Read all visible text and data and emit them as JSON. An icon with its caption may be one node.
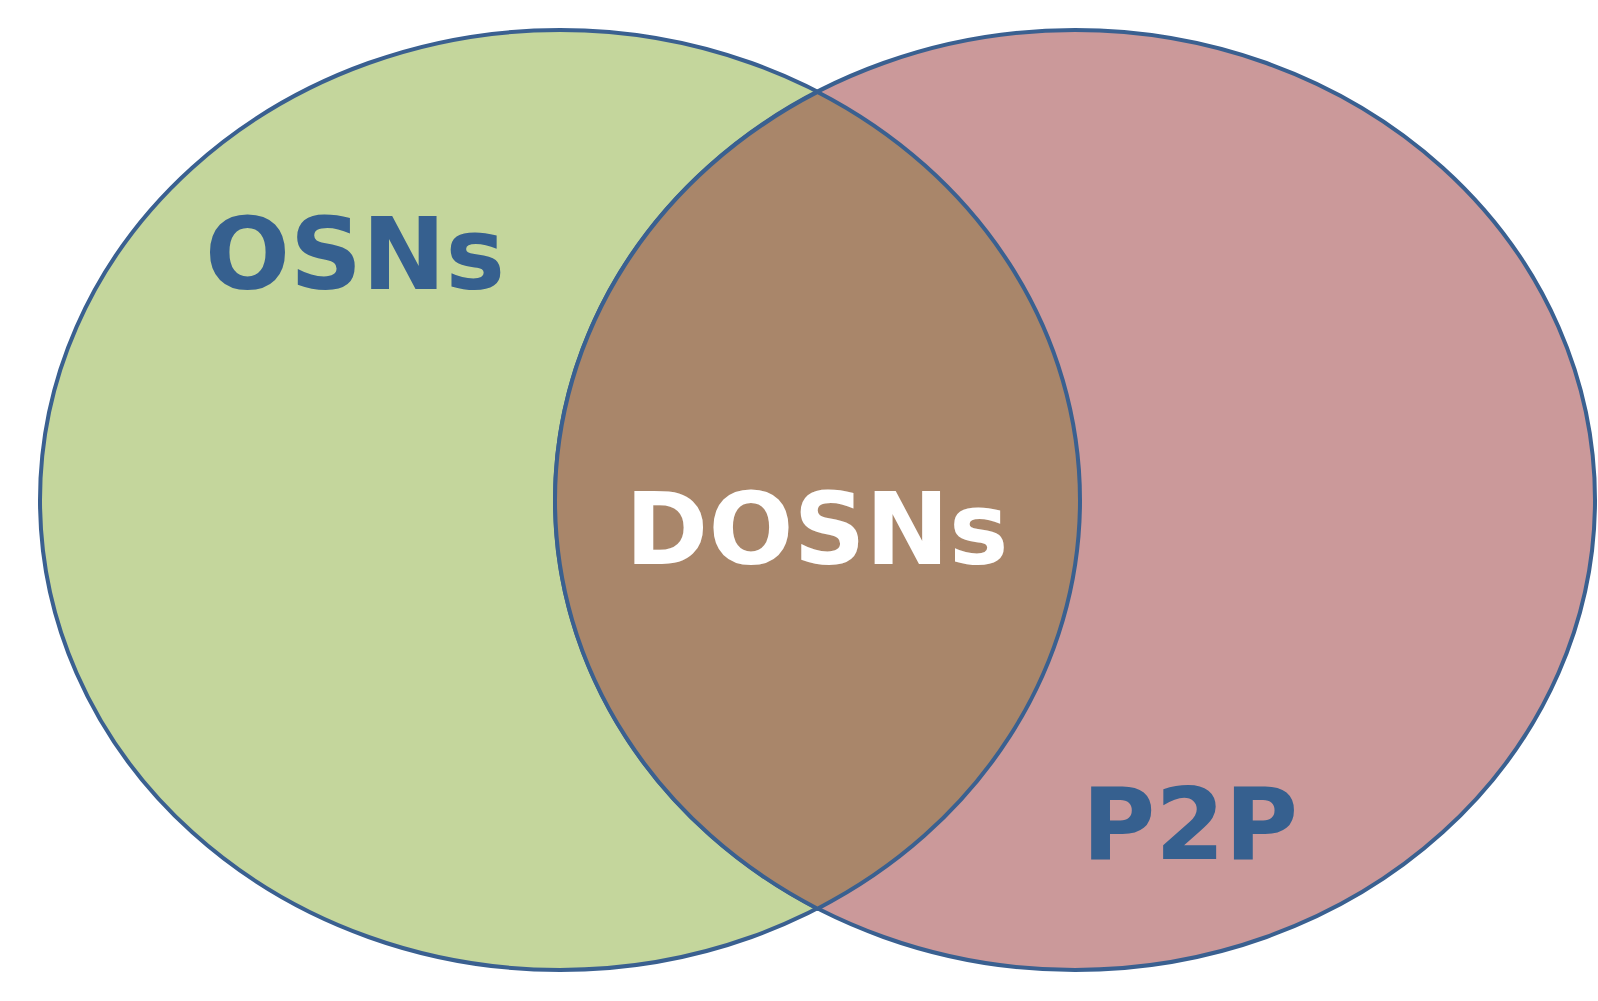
{
  "diagram": {
    "nodes": [
      {
        "text": [
          "OSNs"
        ]
      },
      {
        "text": [
          "P2P"
        ]
      },
      {
        "text": [
          "DOSNs"
        ]
      }
    ]
  }
}
